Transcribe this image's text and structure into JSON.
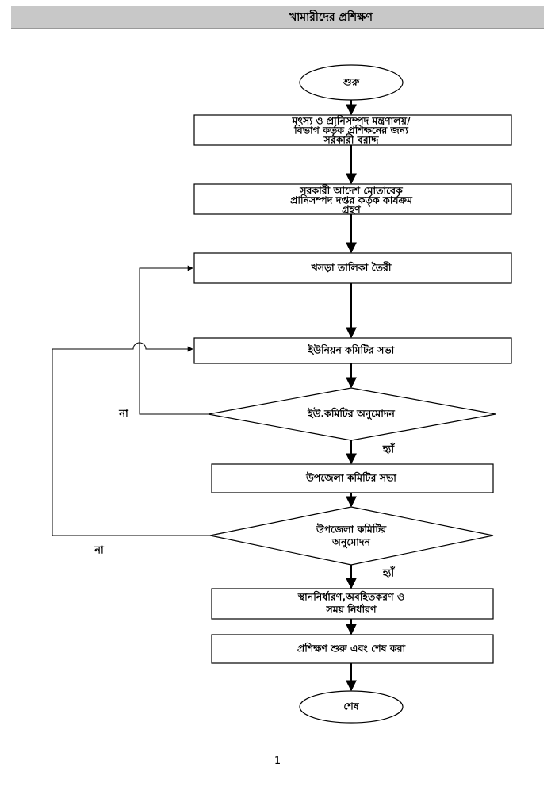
{
  "page": {
    "title": "খামারীদের প্রশিক্ষণ",
    "page_number": "1"
  },
  "flowchart": {
    "nodes": {
      "start": "শুরু",
      "allocation": [
        "মৎস্য ও প্রানিসম্পদ মন্ত্রণালয়/",
        "বিভাগ কর্তৃক প্রশিক্ষনের জন্য",
        "সরকারী বরাদ্দ"
      ],
      "action": [
        "সরকারী আদেশ মোতাবেক",
        "প্রানিসম্পদ দপ্তর কর্তৃক কার্যক্রম",
        "গ্রহণ"
      ],
      "draft_list": "খসড়া তালিকা তৈরী",
      "union_meeting": "ইউনিয়ন কমিটির সভা",
      "union_approval": "ইউ.কমিটির অনুমোদন",
      "upazila_meeting": "উপজেলা কমিটির সভা",
      "upazila_approval": [
        "উপজেলা কমিটির",
        "অনুমোদন"
      ],
      "venue": [
        "স্থাননির্ধারণ,অবহিতকরণ ও",
        "সময় নির্ধারণ"
      ],
      "training": "প্রশিক্ষণ শুরু এবং শেষ করা",
      "end": "শেষ"
    },
    "labels": {
      "union_no": "না",
      "union_yes": "হ্যাঁ",
      "upazila_no": "না",
      "upazila_yes": "হ্যাঁ"
    }
  }
}
